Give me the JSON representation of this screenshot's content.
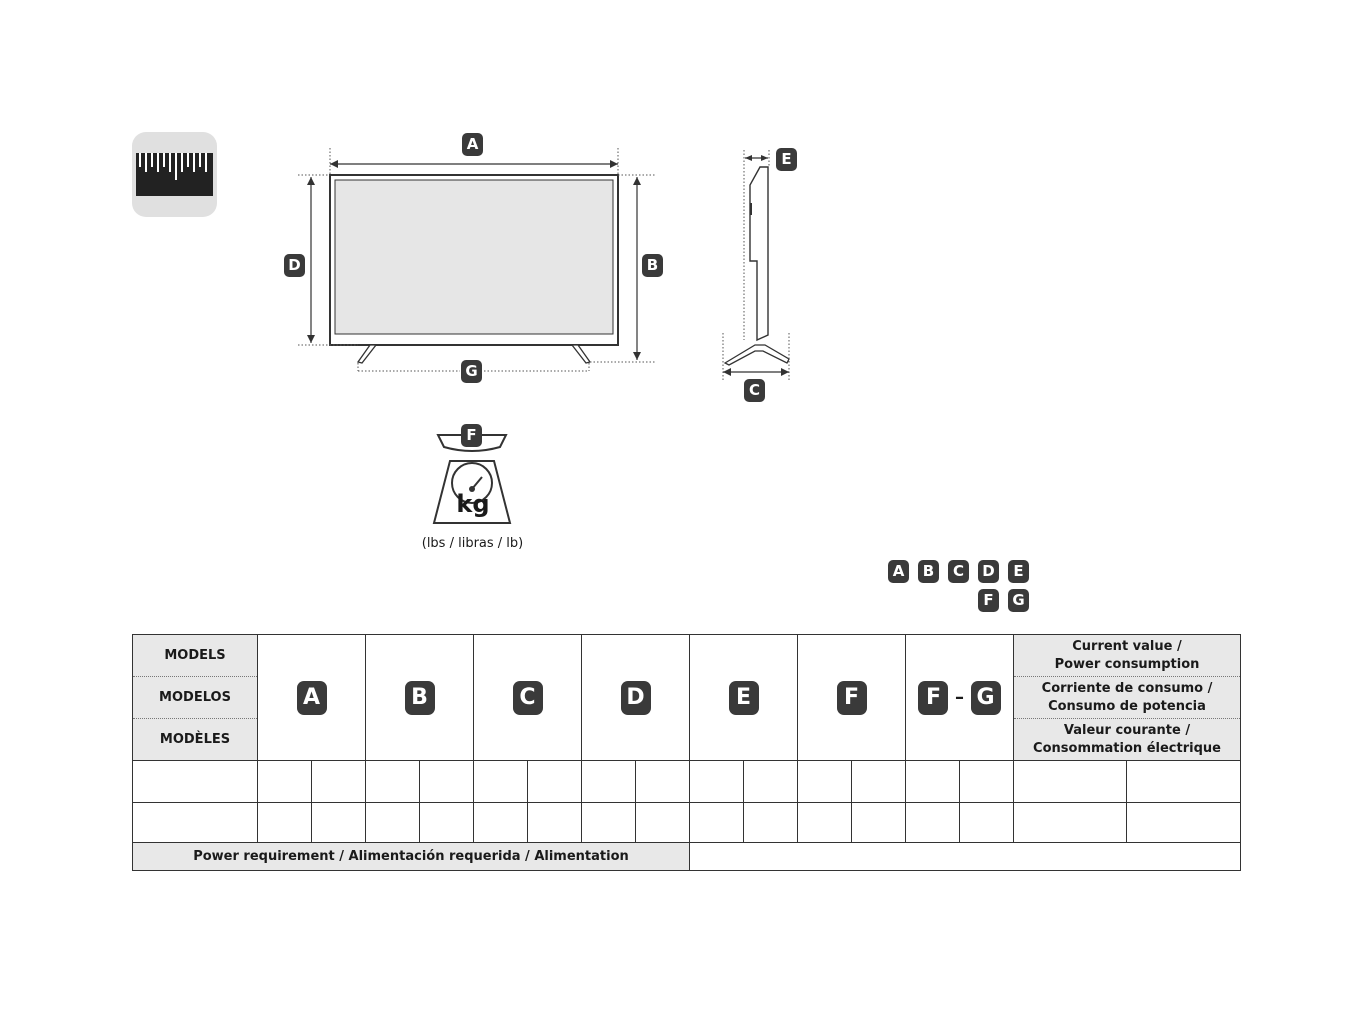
{
  "letters": {
    "a": "A",
    "b": "B",
    "c": "C",
    "d": "D",
    "e": "E",
    "f": "F",
    "g": "G"
  },
  "weight": {
    "unit_icon_text": "kg",
    "units_caption": "(lbs / libras / lb)"
  },
  "legend": {
    "row1": [
      "A",
      "B",
      "C",
      "D",
      "E"
    ],
    "row2": [
      "F",
      "G"
    ]
  },
  "table": {
    "models_labels": [
      "MODELS",
      "MODELOS",
      "MODÈLES"
    ],
    "columns": [
      "A",
      "B",
      "C",
      "D",
      "E",
      "F"
    ],
    "fg_column": {
      "left": "F",
      "dash": "–",
      "right": "G"
    },
    "current_value": [
      [
        "Current value /",
        "Power consumption"
      ],
      [
        "Corriente de consumo /",
        "Consumo de potencia"
      ],
      [
        "Valeur courante /",
        "Consommation électrique"
      ]
    ],
    "power_requirement": "Power requirement / Alimentación requerida / Alimentation"
  }
}
